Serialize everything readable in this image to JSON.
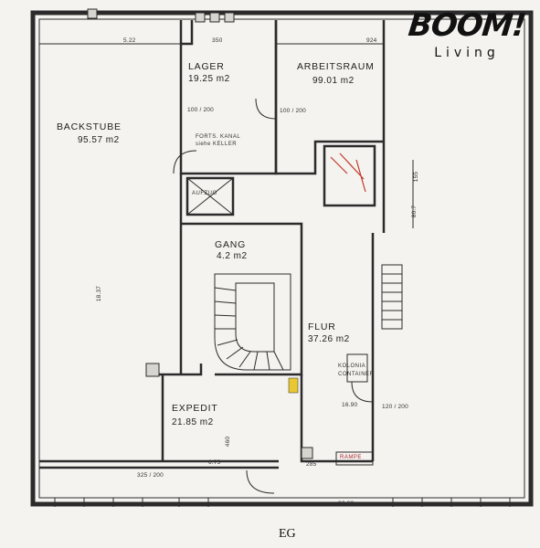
{
  "logo": {
    "main": "BOOM!",
    "sub": "Living"
  },
  "floor": "EG",
  "rooms": {
    "lager": {
      "name": "LAGER",
      "area": "19.25 m2"
    },
    "arbeitsraum": {
      "name": "ARBEITSRAUM",
      "area": "99.01 m2"
    },
    "backstube": {
      "name": "BACKSTUBE",
      "area": "95.57 m2"
    },
    "gang": {
      "name": "GANG",
      "area": "4.2 m2"
    },
    "flur": {
      "name": "FLUR",
      "area": "37.26 m2"
    },
    "expedit": {
      "name": "EXPEDIT",
      "area": "21.85 m2"
    }
  },
  "annotations": {
    "aufzug": "AUFZUG",
    "kolonia": "KOLONIA",
    "container": "CONTAINER",
    "rampe": "RAMPE",
    "fortskanal": "FORTS. KANAL",
    "siehekeller": "siehe KELLER"
  },
  "dimensions": {
    "d522": "5.22",
    "d350": "350",
    "d924": "924",
    "d1837": "18.37",
    "d460": "460",
    "d675": "6.75",
    "d285": "285",
    "d2680": "26.80",
    "d100_200a": "100 / 200",
    "d100_200b": "100 / 200",
    "d120_200": "120 / 200",
    "d155": "155",
    "d807": "80.7",
    "d1690": "16.90",
    "d325_200": "325 / 200"
  }
}
